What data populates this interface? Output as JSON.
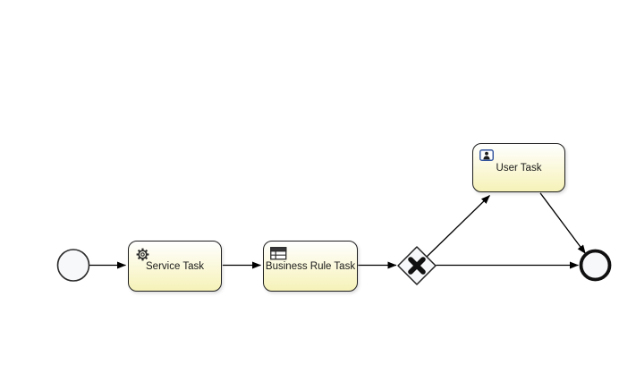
{
  "diagram": {
    "type": "bpmn-process",
    "elements": {
      "start_event": {
        "name": "Start Event",
        "shape": "thin-circle"
      },
      "service_task": {
        "label": "Service Task",
        "icon": "gear-icon"
      },
      "business_rule_task": {
        "label": "Business Rule Task",
        "icon": "table-icon"
      },
      "exclusive_gateway": {
        "name": "Exclusive Gateway",
        "marker": "X",
        "shape": "diamond"
      },
      "user_task": {
        "label": "User Task",
        "icon": "user-icon"
      },
      "end_event": {
        "name": "End Event",
        "shape": "thick-circle"
      }
    },
    "flows": [
      {
        "from": "start-event",
        "to": "service-task"
      },
      {
        "from": "service-task",
        "to": "business-rule-task"
      },
      {
        "from": "business-rule-task",
        "to": "exclusive-gateway"
      },
      {
        "from": "exclusive-gateway",
        "to": "user-task"
      },
      {
        "from": "exclusive-gateway",
        "to": "end-event"
      },
      {
        "from": "user-task",
        "to": "end-event"
      }
    ],
    "colors": {
      "canvas": "#ffffff",
      "task_fill_top": "#ffffff",
      "task_fill_bottom": "#f6f2b8",
      "task_border": "#1f1f1f",
      "shape_fill": "#f7f8fa",
      "line": "#000000"
    }
  }
}
